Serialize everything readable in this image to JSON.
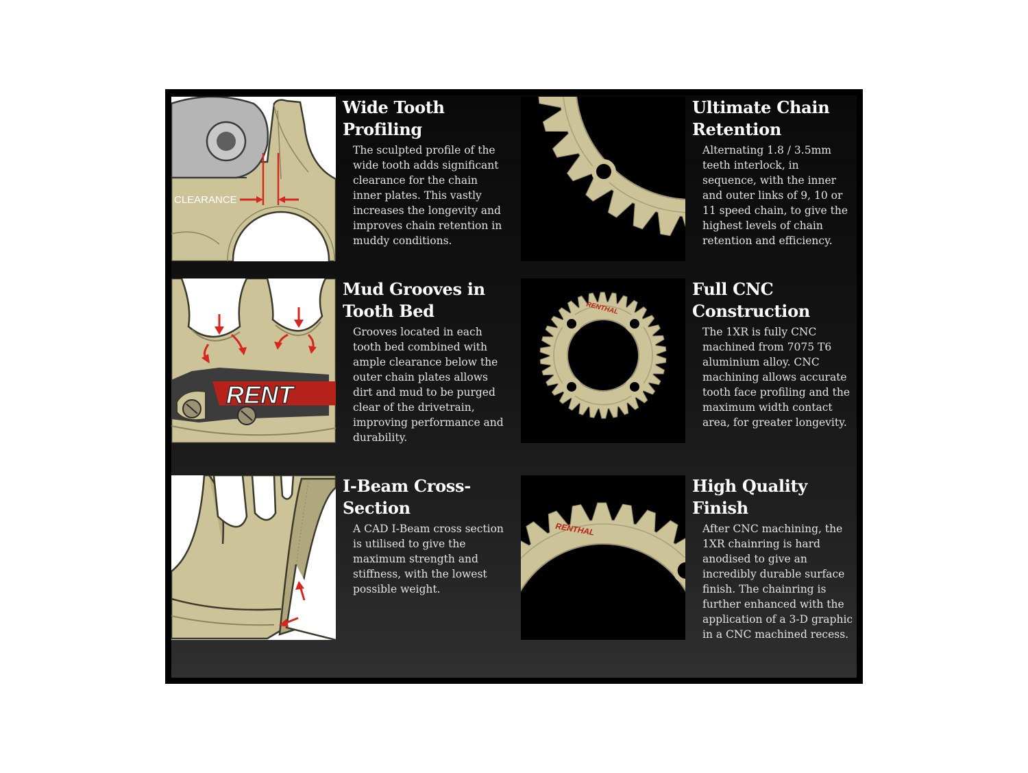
{
  "features": [
    {
      "title": "Wide Tooth Profiling",
      "description": "The sculpted profile of the wide tooth adds significant clearance for the chain inner plates. This vastly increases the longevity and improves chain retention in muddy conditions.",
      "image_label": "CLEARANCE"
    },
    {
      "title": "Ultimate Chain Retention",
      "description": "Alternating 1.8 / 3.5mm teeth interlock, in sequence, with the inner and outer links of 9, 10 or 11 speed chain, to give the highest levels of chain retention and efficiency."
    },
    {
      "title": "Mud Grooves in Tooth Bed",
      "description": "Grooves located in each tooth bed combined with ample clearance below the outer chain plates allows dirt and mud to be purged clear of the drivetrain, improving performance and durability.",
      "image_label": "RENT"
    },
    {
      "title": "Full CNC Construction",
      "description": "The 1XR is fully CNC machined from 7075 T6 aluminium alloy. CNC machining allows accurate tooth face profiling and the maximum width contact area, for greater longevity.",
      "image_label": "RENTHAL"
    },
    {
      "title": "I-Beam Cross-Section",
      "description": "A CAD I-Beam cross section is utilised to give the maximum strength and stiffness, with the lowest possible weight."
    },
    {
      "title": "High Quality Finish",
      "description": "After CNC machining, the 1XR chainring is hard anodised to give an incredibly durable surface finish. The chainring is further enhanced with the application of a 3-D graphic in a CNC machined recess.",
      "image_label": "RENTHAL"
    }
  ],
  "colors": {
    "panel_background": "#121212",
    "panel_border": "#000000",
    "title_text": "#ffffff",
    "body_text": "#e4e4e4",
    "anodised_gold": "#cdc398",
    "arrow_red": "#d7261e"
  }
}
